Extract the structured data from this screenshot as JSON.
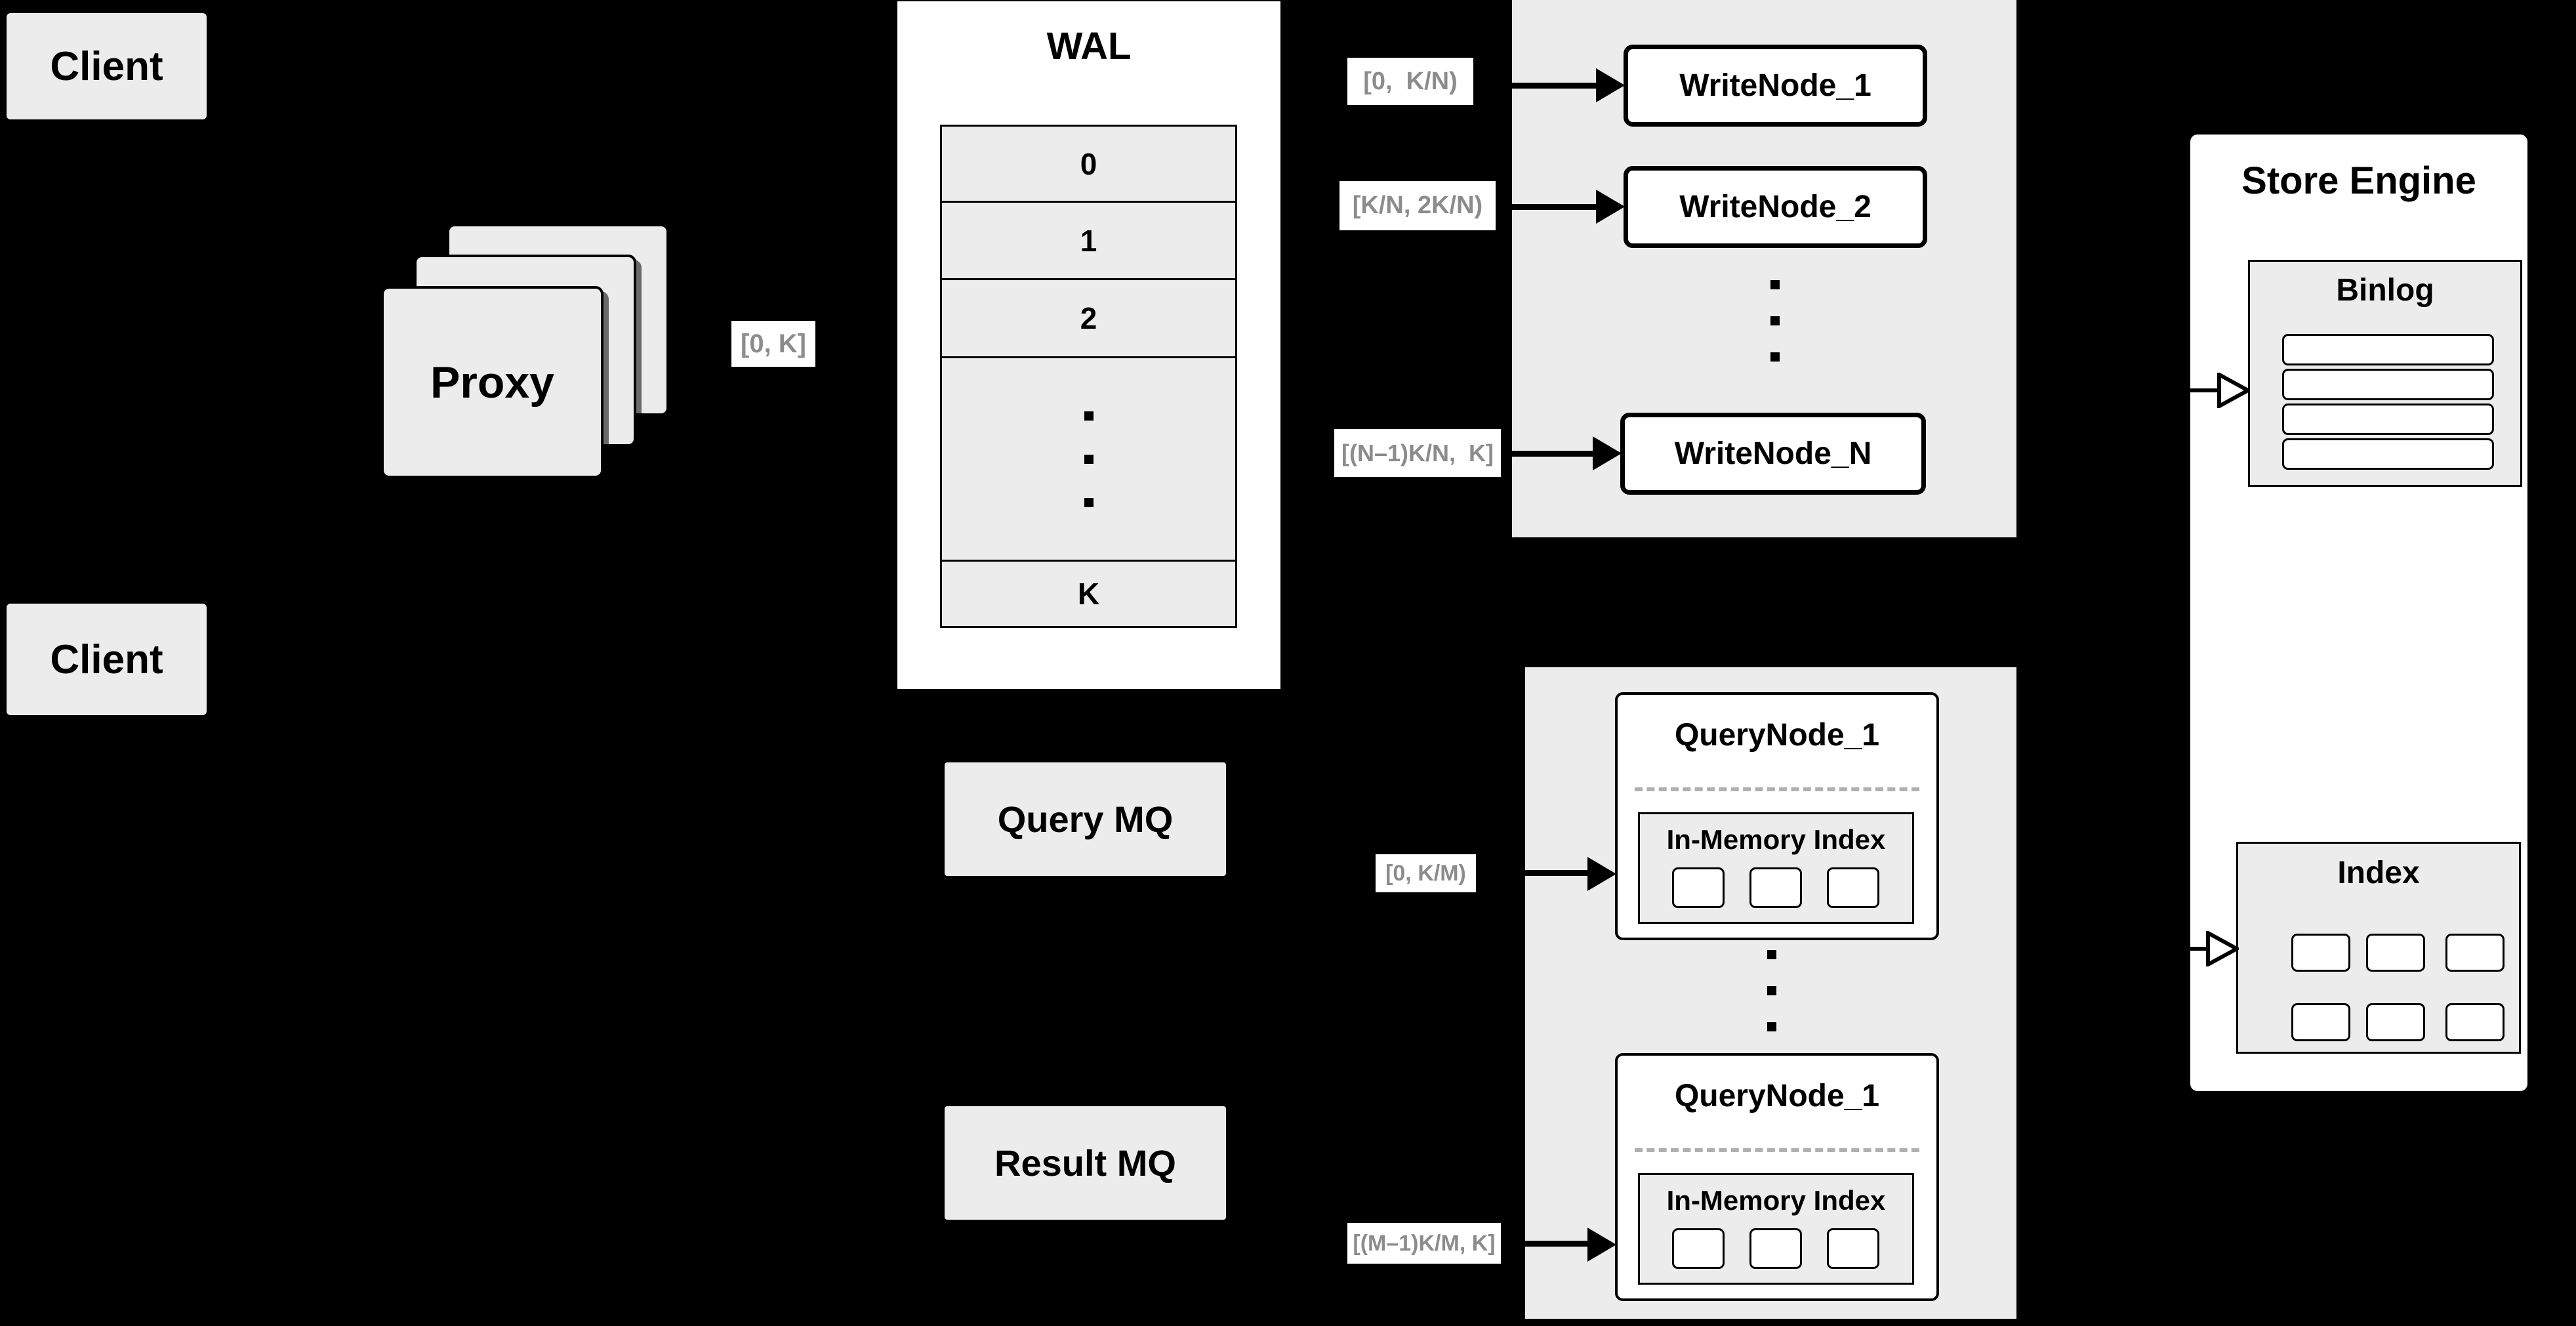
{
  "colors": {
    "background": "#000000",
    "panel_fill": "#ececec",
    "box_fill": "#ffffff",
    "border": "#000000",
    "muted_label_text": "#8c8c8c",
    "dashed_divider": "#b0b0b0"
  },
  "client_top": {
    "label": "Client"
  },
  "client_bottom": {
    "label": "Client"
  },
  "proxy": {
    "label": "Proxy"
  },
  "wal": {
    "title": "WAL",
    "rows": [
      "0",
      "1",
      "2"
    ],
    "last_row": "K"
  },
  "range_labels": {
    "proxy_out": "[0, K]",
    "write_node_1": "[0,  K/N)",
    "write_node_2": "[K/N, 2K/N)",
    "write_node_n": "[(N–1)K/N,  K]",
    "query_node_1": "[0, K/M)",
    "query_node_m": "[(M–1)K/M, K]"
  },
  "write_nodes": {
    "node_1": "WriteNode_1",
    "node_2": "WriteNode_2",
    "node_n": "WriteNode_N"
  },
  "store_engine": {
    "title": "Store Engine",
    "binlog": {
      "title": "Binlog"
    },
    "index": {
      "title": "Index"
    }
  },
  "message_queues": {
    "query": "Query MQ",
    "result": "Result MQ"
  },
  "query_nodes": {
    "top": {
      "title": "QueryNode_1",
      "in_memory_label": "In-Memory Index"
    },
    "bottom": {
      "title": "QueryNode_1",
      "in_memory_label": "In-Memory Index"
    }
  }
}
